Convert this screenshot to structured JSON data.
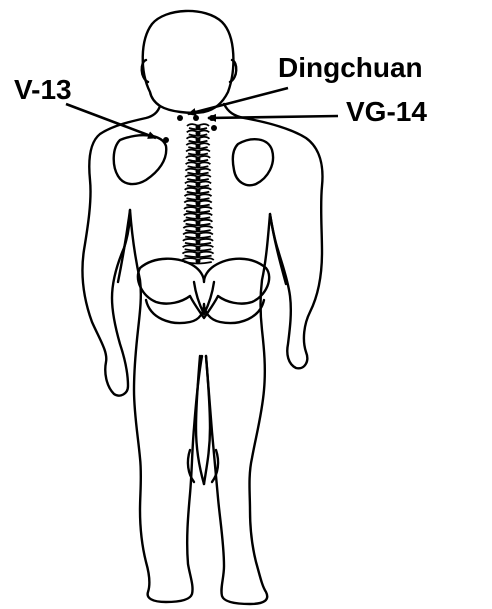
{
  "labels": {
    "v13": "V-13",
    "dingchuan": "Dingchuan",
    "vg14": "VG-14"
  },
  "colors": {
    "ink": "#000000",
    "background": "#ffffff"
  }
}
